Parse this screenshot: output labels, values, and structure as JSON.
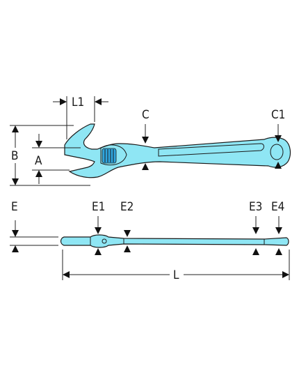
{
  "labels": {
    "L1": "L1",
    "B": "B",
    "A": "A",
    "C": "C",
    "C1": "C1",
    "E": "E",
    "E1": "E1",
    "E2": "E2",
    "E3": "E3",
    "E4": "E4",
    "L": "L"
  },
  "colors": {
    "wrench_fill": "#8fe6f4",
    "screw_fill": "#2fa7e0",
    "outline": "#1a1a1a"
  }
}
